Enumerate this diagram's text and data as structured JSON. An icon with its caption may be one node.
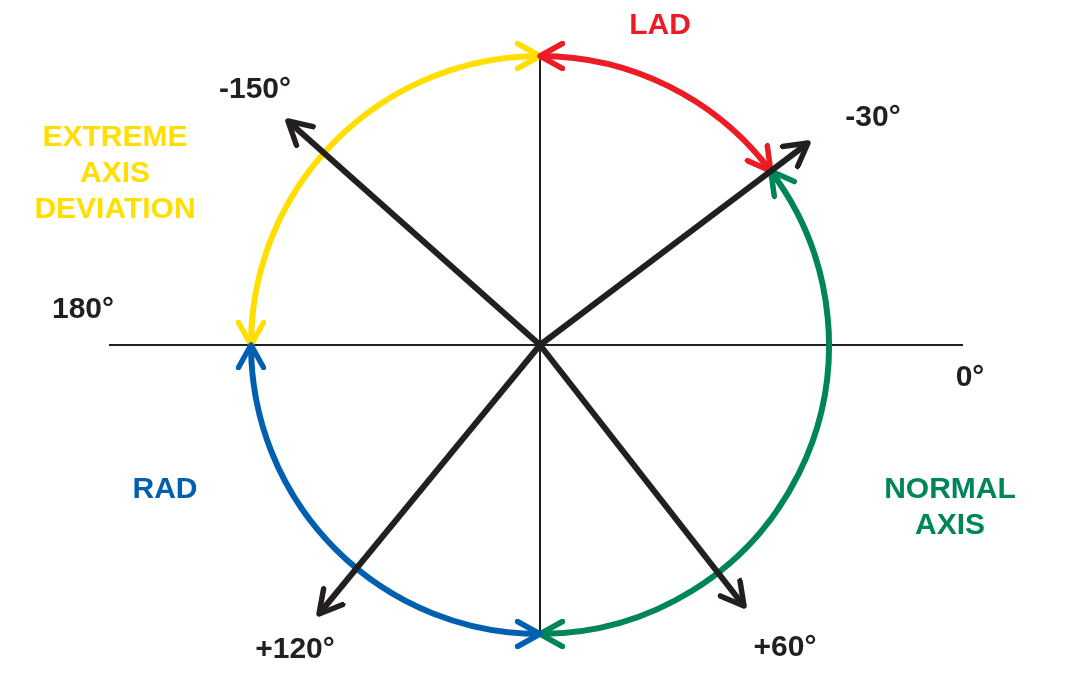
{
  "diagram": {
    "labels": [
      "LAD",
      "-150°",
      "-30°",
      "EXTREME AXIS DEVIATION",
      "180°",
      "0°",
      "RAD",
      "NORMAL AXIS",
      "+120°",
      "+60°"
    ]
  }
}
